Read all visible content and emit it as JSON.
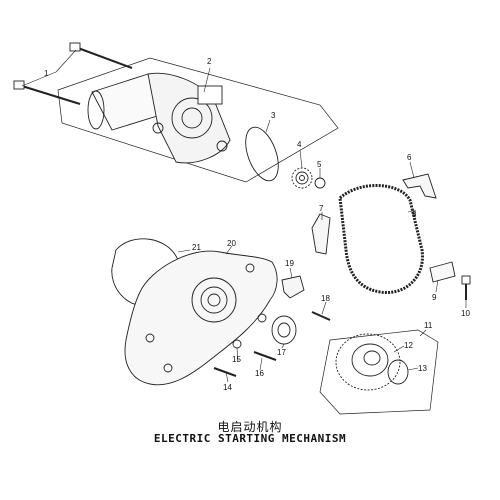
{
  "caption": {
    "chinese": "电启动机构",
    "english": "ELECTRIC STARTING MECHANISM"
  },
  "callouts": [
    "1",
    "2",
    "3",
    "4",
    "5",
    "6",
    "7",
    "8",
    "9",
    "10",
    "11",
    "12",
    "13",
    "14",
    "15",
    "16",
    "17",
    "18",
    "19",
    "20",
    "21"
  ]
}
